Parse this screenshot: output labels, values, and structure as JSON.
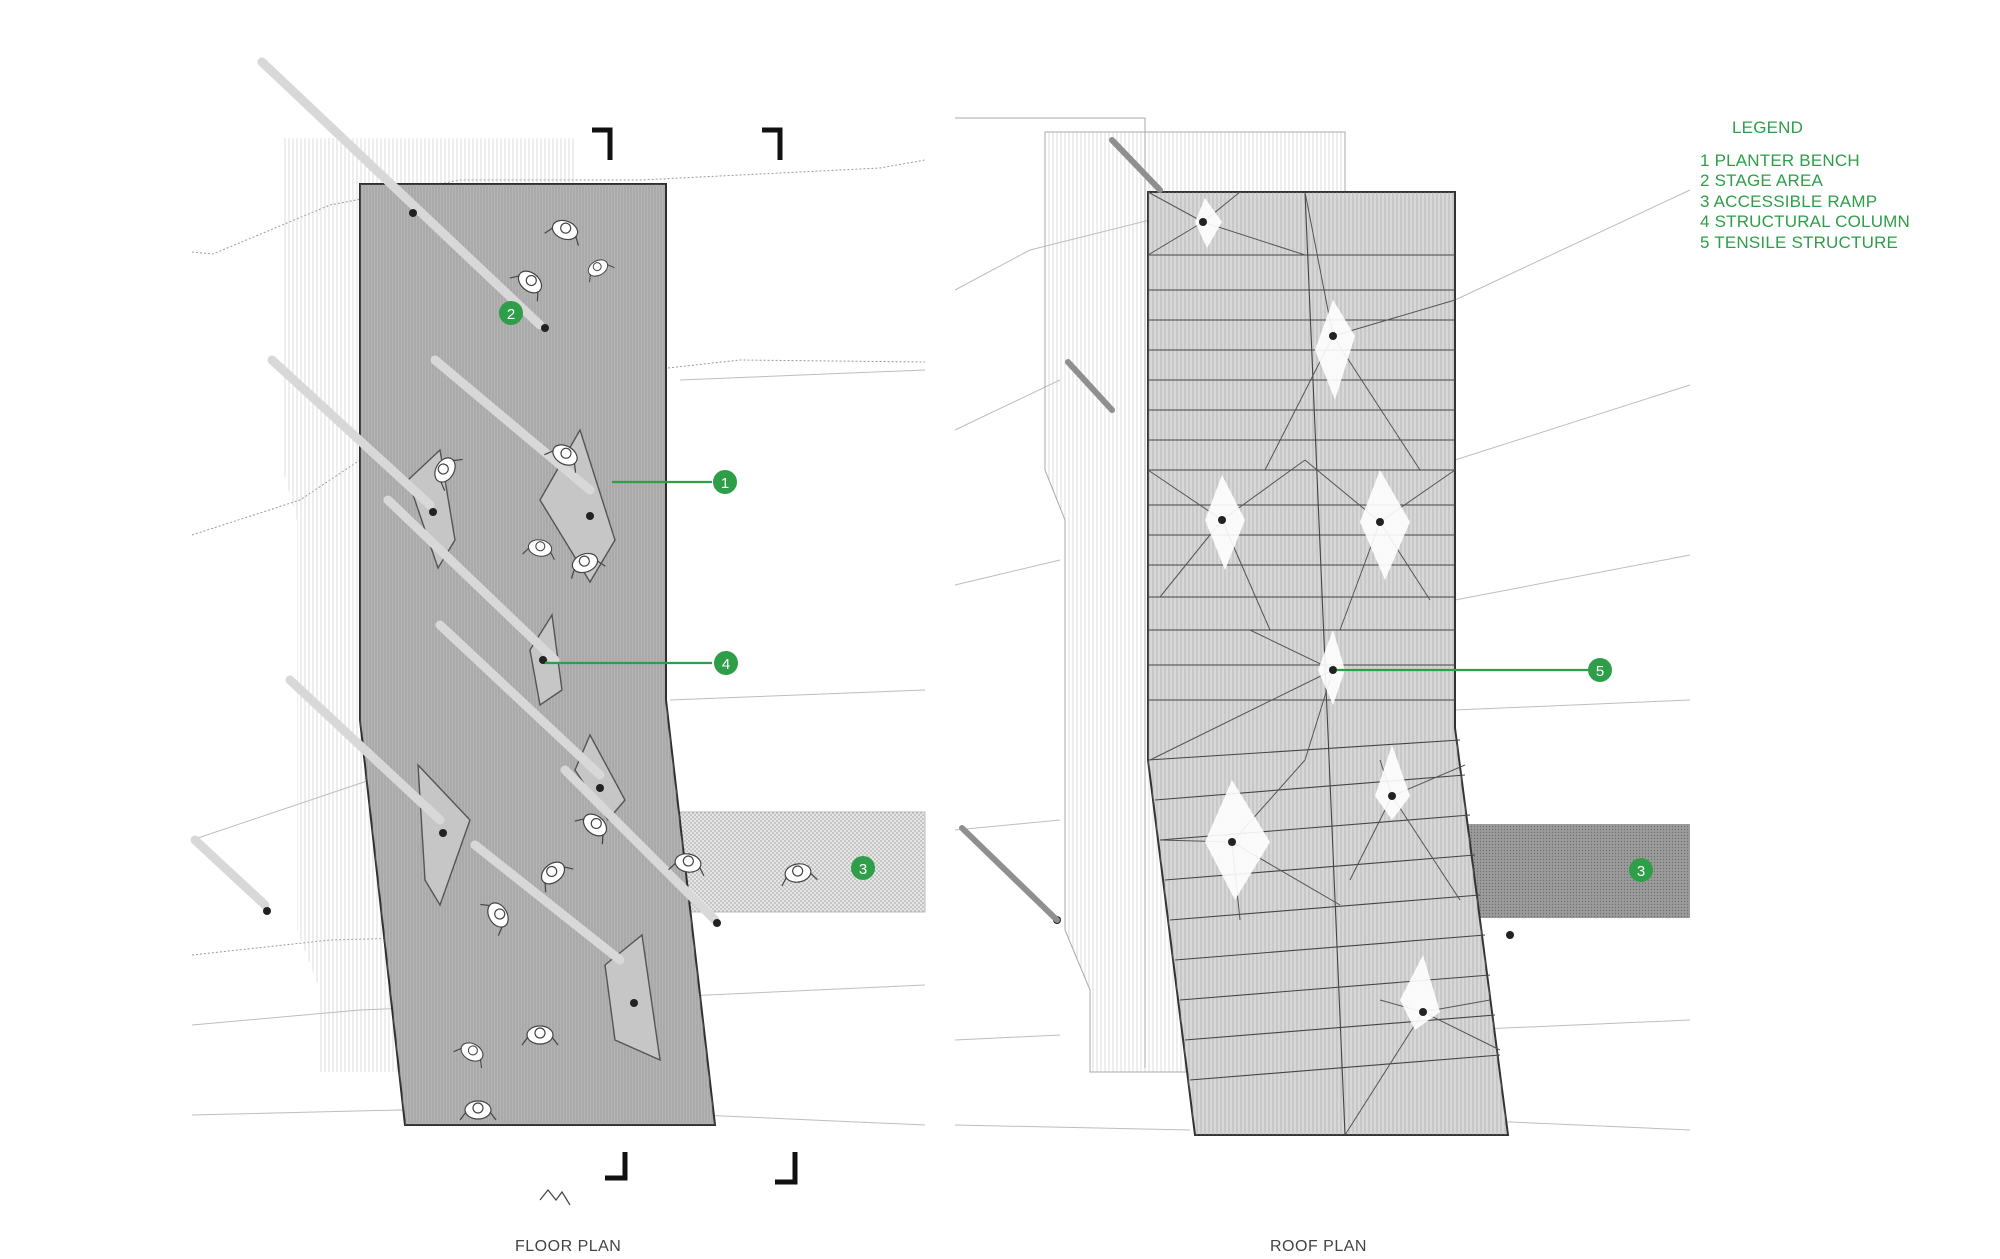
{
  "legend": {
    "title": "LEGEND",
    "items": [
      "1 PLANTER BENCH",
      "2 STAGE AREA",
      "3 ACCESSIBLE RAMP",
      "4 STRUCTURAL COLUMN",
      "5 TENSILE STRUCTURE"
    ]
  },
  "plans": {
    "floor_title": "FLOOR PLAN",
    "roof_title": "ROOF PLAN"
  },
  "markers": {
    "m1": "1",
    "m2": "2",
    "m3_floor": "3",
    "m3_roof": "3",
    "m4": "4",
    "m5": "5"
  },
  "colors": {
    "accent_green": "#2e9e48",
    "deck_gray": "#b8b8b8",
    "line_dark": "#333333"
  }
}
